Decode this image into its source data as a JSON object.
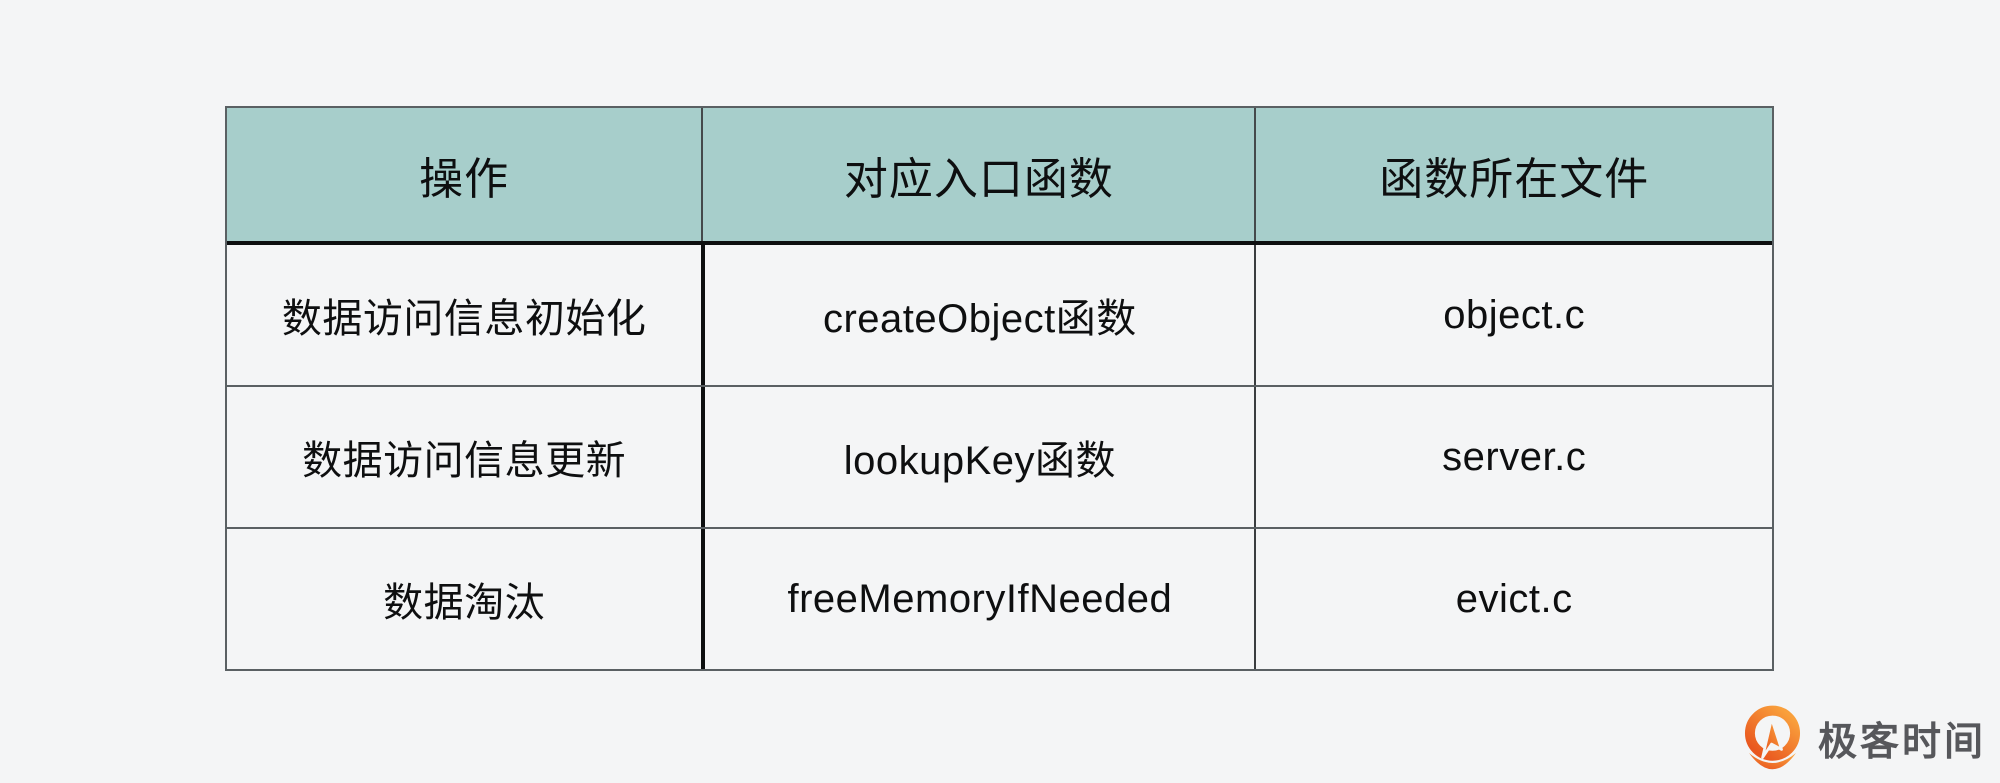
{
  "page": {
    "background": "#F4F5F6"
  },
  "chart_data": {
    "type": "table",
    "columns": [
      "操作",
      "对应入口函数",
      "函数所在文件"
    ],
    "rows": [
      [
        "数据访问信息初始化",
        "createObject函数",
        "object.c"
      ],
      [
        "数据访问信息更新",
        "lookupKey函数",
        "server.c"
      ],
      [
        "数据淘汰",
        "freeMemoryIfNeeded",
        "evict.c"
      ]
    ],
    "title": "",
    "layout_hints": {
      "header_bg": "#A7CECB",
      "cell_bg": "#F4F5F6",
      "thick_border_color": "#0D0F10",
      "thin_border_color": "#5A6063",
      "text_color": "#0E0F10"
    }
  },
  "table": {
    "columns": [
      {
        "label": "操作"
      },
      {
        "label": "对应入口函数"
      },
      {
        "label": "函数所在文件"
      }
    ],
    "rows": [
      {
        "operation": "数据访问信息初始化",
        "entry_function": "createObject函数",
        "file": "object.c"
      },
      {
        "operation": "数据访问信息更新",
        "entry_function": "lookupKey函数",
        "file": "server.c"
      },
      {
        "operation": "数据淘汰",
        "entry_function": "freeMemoryIfNeeded",
        "file": "evict.c"
      }
    ]
  },
  "branding": {
    "logo_text": "极客时间",
    "logo_icon": "geektime-logo-icon",
    "logo_orange_light": "#F9A03C",
    "logo_orange_dark": "#E9571F",
    "logo_text_color": "#56575B"
  }
}
